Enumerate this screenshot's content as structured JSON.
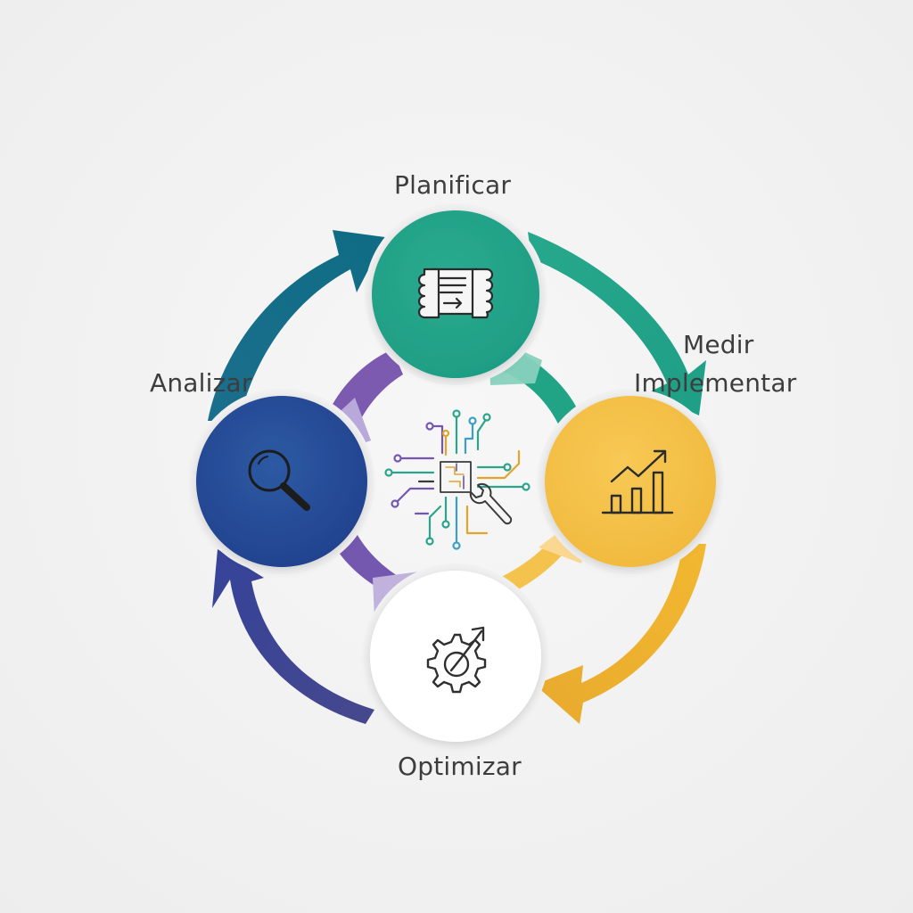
{
  "stages": {
    "planificar": {
      "label": "Planificar",
      "color": "#23a58b",
      "icon": "blueprint-scroll-icon"
    },
    "analizar": {
      "label": "Analizar",
      "color": "#274f98",
      "icon": "magnifier-icon"
    },
    "medir": {
      "label": "Medir"
    },
    "implementar": {
      "label": "Implementar",
      "color": "#f4c145",
      "icon": "growth-bar-chart-icon"
    },
    "optimizar": {
      "label": "Optimizar",
      "color": "#ffffff",
      "icon": "gear-arrow-icon"
    }
  },
  "center": {
    "icon": "circuit-wrench-icon"
  },
  "colors": {
    "teal_dark": "#166f8b",
    "teal": "#23a58b",
    "navy": "#3e4893",
    "gold": "#e7ad31",
    "purple": "#7b5ab0",
    "lavender": "#b7a6d8",
    "background": "#f1f1f1"
  }
}
